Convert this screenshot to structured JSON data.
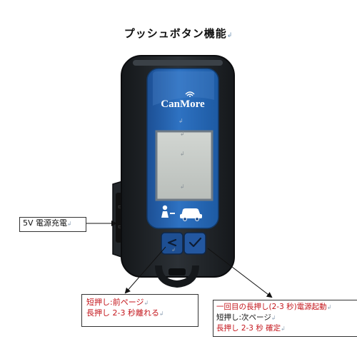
{
  "title": "プッシュボタン機能",
  "brand": "CanMore",
  "labels": {
    "charge": "5V 電源充電",
    "short_press": [
      {
        "text": "短押し:前ページ",
        "color": "#c4161c"
      },
      {
        "text": "長押し 2-3 秒離れる",
        "color": "#c4161c"
      }
    ],
    "main_button": [
      {
        "text": "一回目の長押し(2-3 秒)電源起動",
        "color": "#c4161c"
      },
      {
        "text": "短押し:次ページ",
        "color": "#111111"
      },
      {
        "text": "長押し 2-3 秒 確定",
        "color": "#c4161c"
      }
    ]
  },
  "colors": {
    "device_body": "#1f2328",
    "device_face": "#2a67b4",
    "screen": "#c8ccc8",
    "label_red": "#c4161c"
  },
  "icons": [
    "person-icon",
    "car-icon",
    "wifi-signal-icon",
    "back-arrow-icon",
    "check-icon"
  ]
}
